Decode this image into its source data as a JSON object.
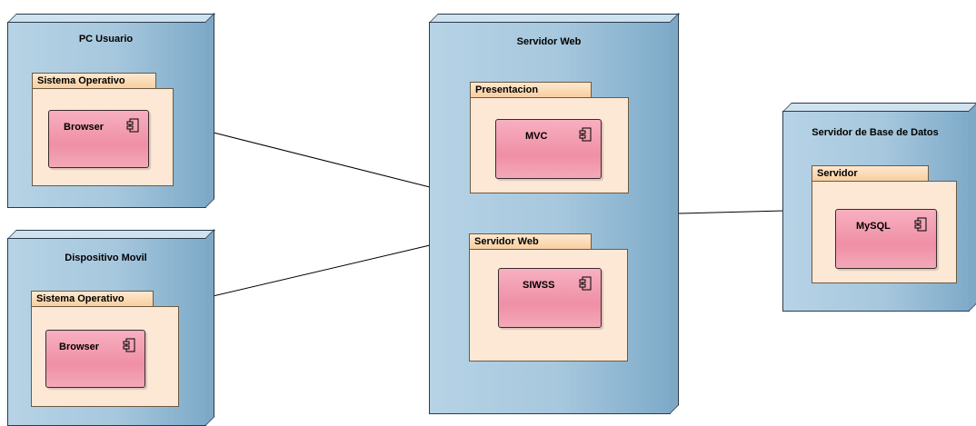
{
  "nodes": {
    "pc_usuario": {
      "title": "PC Usuario",
      "package": {
        "title": "Sistema Operativo",
        "component": "Browser"
      }
    },
    "dispositivo_movil": {
      "title": "Dispositivo Movil",
      "package": {
        "title": "Sistema Operativo",
        "component": "Browser"
      }
    },
    "servidor_web": {
      "title": "Servidor Web",
      "packages": [
        {
          "title": "Presentacion",
          "component": "MVC"
        },
        {
          "title": "Servidor Web",
          "component": "SIWSS"
        }
      ]
    },
    "servidor_bd": {
      "title": "Servidor de Base de Datos",
      "package": {
        "title": "Servidor",
        "component": "MySQL"
      }
    }
  },
  "icons": {
    "component": "component-icon"
  },
  "colors": {
    "node": "#a6c7dd",
    "package_tab": "#f8cfa0",
    "package_body": "#fde8d6",
    "component": "#ef8fa5"
  }
}
